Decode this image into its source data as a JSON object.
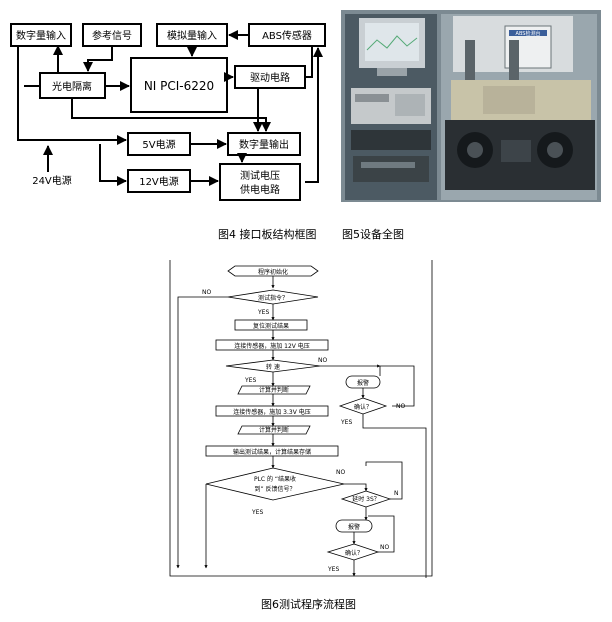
{
  "block_diagram": {
    "blocks": {
      "digital_in": "数字量输入",
      "ref_signal": "参考信号",
      "analog_in": "模拟量输入",
      "abs_sensor": "ABS传感器",
      "opto_iso": "光电隔离",
      "pci": "NI PCI-6220",
      "drive": "驱动电路",
      "ps5": "5V电源",
      "digital_out": "数字量输出",
      "ps12": "12V电源",
      "test_supply_l1": "测试电压",
      "test_supply_l2": "供电电路",
      "ps24": "24V电源"
    }
  },
  "photo": {
    "panel_text": "ABS检测台"
  },
  "captions": {
    "fig4": "图4 接口板结构框图",
    "fig5": "图5设备全图",
    "fig6": "图6测试程序流程图"
  },
  "flowchart": {
    "init": "程序初始化",
    "q_test_cmd": "测试指令？",
    "reset": "复位测试结果",
    "connect_12v": "连接传感器，施加 12V 电压",
    "rotate": "转    速",
    "calc1": "计算并判断",
    "connect_33v": "连接传感器，施加 3.3V 电压",
    "calc2": "计算并判断",
    "output_store": "输出测试结果，计算结果存储",
    "q_plc_l1": "PLC 的 “结果收",
    "q_plc_l2": "到” 反馈信号？",
    "q_timeout": "延时 3S？",
    "alarm1": "报警",
    "q_confirm1": "确认？",
    "alarm2": "报警",
    "q_confirm2": "确认？",
    "labels": {
      "no_test": "NO",
      "yes_test": "YES",
      "no_rotate": "NO",
      "yes_rotate": "YES",
      "no_confirm1": "NO",
      "yes_confirm1": "YES",
      "no_plc": "NO",
      "yes_plc": "YES",
      "n_timeout": "N",
      "no_confirm2": "NO",
      "yes_confirm2": "YES"
    }
  }
}
